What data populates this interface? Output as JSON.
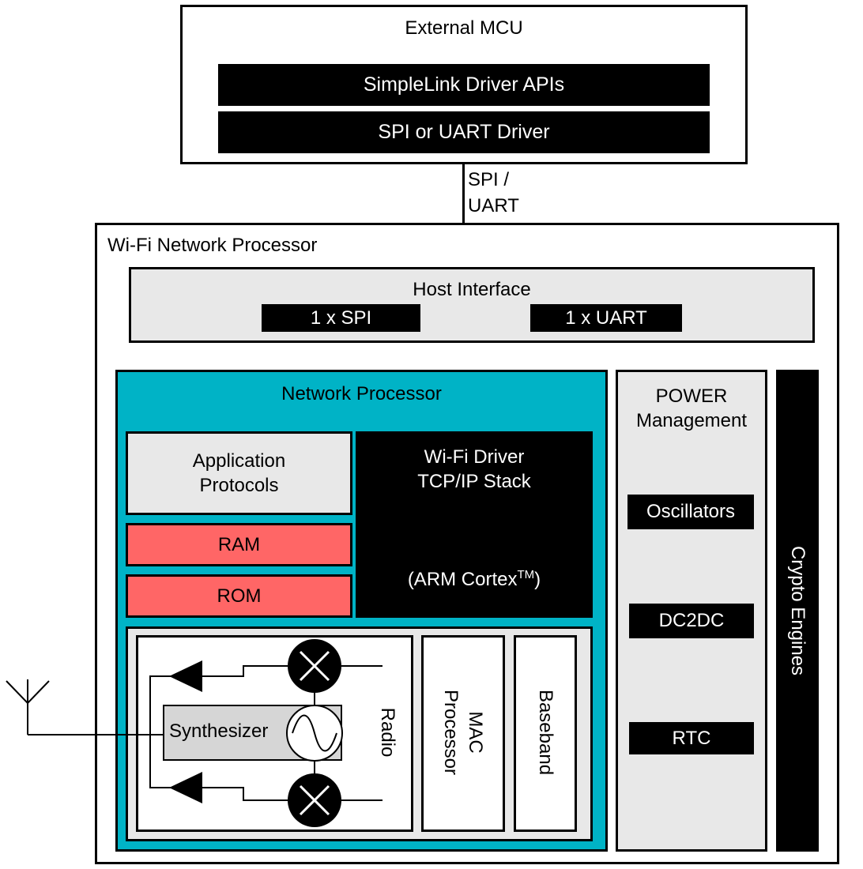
{
  "external_mcu": {
    "title": "External MCU",
    "api_label": "SimpleLink Driver APIs",
    "driver_label": "SPI or UART Driver"
  },
  "link": {
    "line1": "SPI /",
    "line2": "UART"
  },
  "wifi_np": {
    "title": "Wi-Fi Network Processor",
    "host_interface": {
      "title": "Host Interface",
      "spi_label": "1 x SPI",
      "uart_label": "1 x UART"
    },
    "network_processor": {
      "title": "Network Processor",
      "app_protocols_line1": "Application",
      "app_protocols_line2": "Protocols",
      "ram_label": "RAM",
      "rom_label": "ROM",
      "wifi_driver_line1": "Wi-Fi Driver",
      "wifi_driver_line2": "TCP/IP Stack",
      "arm_label": "(ARM Cortex",
      "arm_tm": "TM",
      "arm_close": ")",
      "radio_label": "Radio",
      "synthesizer_label": "Synthesizer",
      "mac_line1": "MAC",
      "mac_line2": "Processor",
      "baseband_label": "Baseband"
    },
    "power": {
      "title_line1": "POWER",
      "title_line2": "Management",
      "oscillators_label": "Oscillators",
      "dc2dc_label": "DC2DC",
      "rtc_label": "RTC"
    },
    "crypto_label": "Crypto Engines"
  }
}
